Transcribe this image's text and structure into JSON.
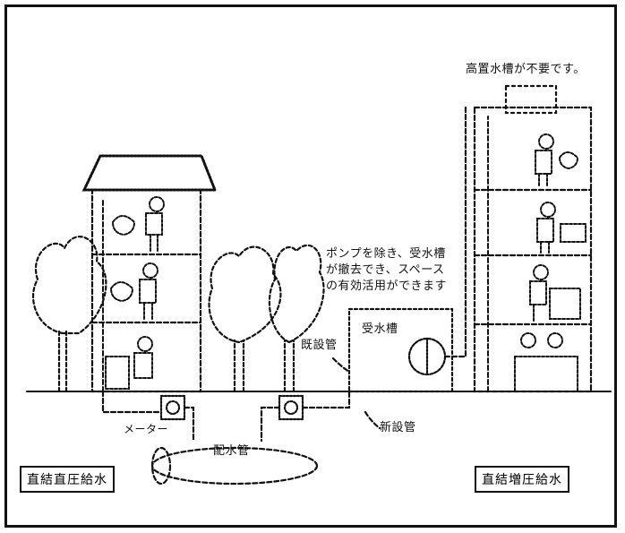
{
  "labels": {
    "no_elevated_tank": "高置水槽が不要です。",
    "pump_note_line1": "ポンプを除き、受水槽",
    "pump_note_line2": "が撤去でき、スペース",
    "pump_note_line3": "の有効活用ができます",
    "receiving_tank": "受水槽",
    "existing_pipe": "既設管",
    "new_pipe": "新設管",
    "meter": "メーター",
    "water_main": "配水管",
    "direct_pressure": "直結直圧給水",
    "direct_boost": "直結増圧給水"
  },
  "colors": {
    "ink": "#111111",
    "paper": "#ffffff"
  }
}
